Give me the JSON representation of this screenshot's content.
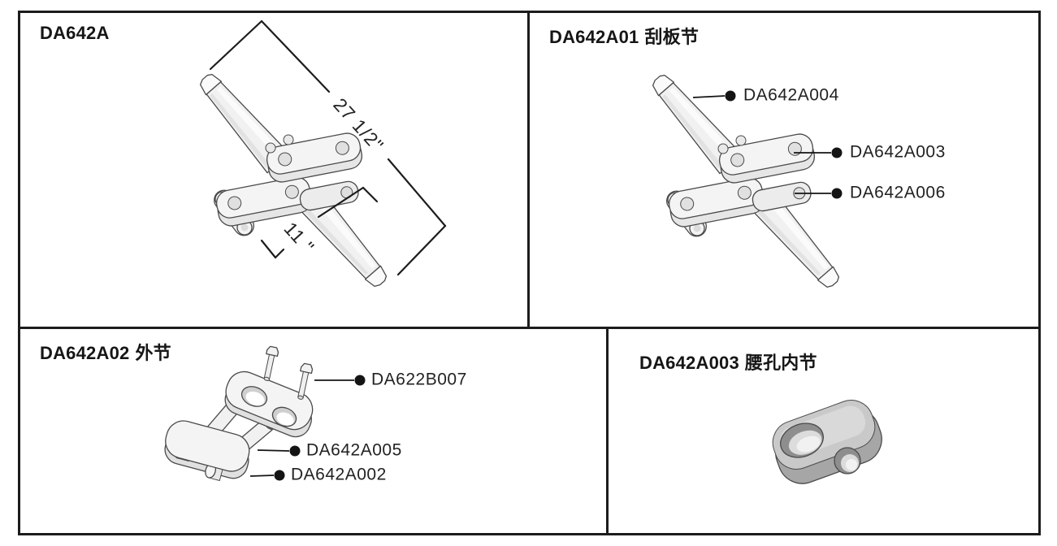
{
  "colors": {
    "frame_line": "#1c1c1c",
    "part_fill_light": "#f2f2f2",
    "inner_link_gray": "#a6a6a6",
    "text": "#222222"
  },
  "panels": {
    "assembly": {
      "code": "DA642A",
      "name_cn": "",
      "dim_length": "27 1/2\"",
      "dim_pitch": "11 \""
    },
    "scraper_section": {
      "code": "DA642A01",
      "name_cn": "刮板节",
      "callouts": [
        {
          "label": "DA642A004"
        },
        {
          "label": "DA642A003"
        },
        {
          "label": "DA642A006"
        }
      ]
    },
    "outer_link": {
      "code": "DA642A02",
      "name_cn": "外节",
      "callouts": [
        {
          "label": "DA622B007"
        },
        {
          "label": "DA642A005"
        },
        {
          "label": "DA642A002"
        }
      ]
    },
    "inner_link": {
      "code": "DA642A003",
      "name_cn": "腰孔内节"
    }
  }
}
